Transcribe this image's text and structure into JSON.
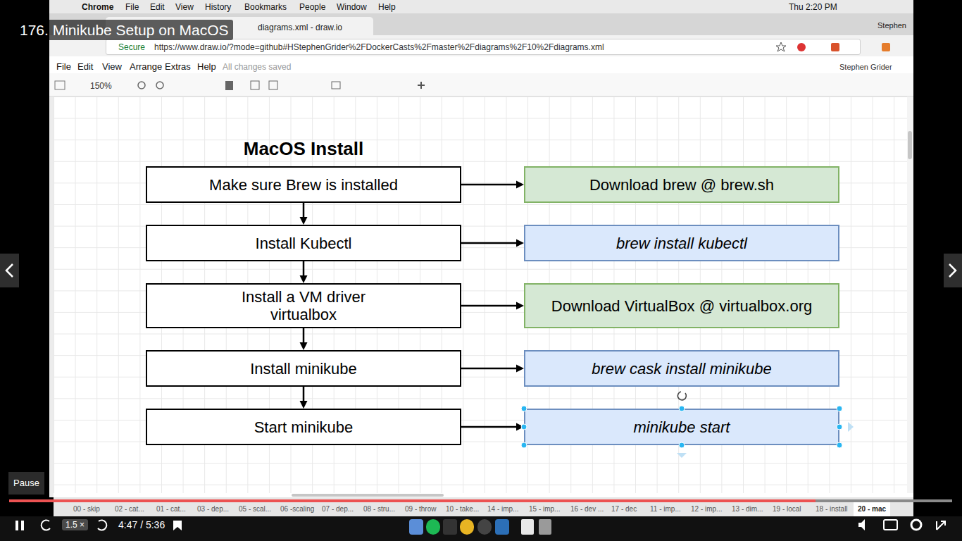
{
  "diagram": {
    "title": "MacOS Install",
    "nodes": [
      {
        "text": [
          "Make sure Brew is installed"
        ]
      },
      {
        "text": [
          "Download brew @ brew.sh"
        ]
      },
      {
        "text": [
          "Install Kubectl"
        ]
      },
      {
        "text": [
          "brew install kubectl"
        ]
      },
      {
        "text": [
          "Install a VM driver virtualbox"
        ]
      },
      {
        "text": [
          "Download VirtualBox @ virtualbox.org"
        ]
      },
      {
        "text": [
          "Install minikube"
        ]
      },
      {
        "text": [
          "brew cask install minikube"
        ]
      },
      {
        "text": [
          "Start minikube"
        ]
      },
      {
        "text": [
          "minikube start"
        ]
      }
    ],
    "edges": [
      {
        "from": 0,
        "to": 1,
        "arrow": "to"
      },
      {
        "from": 0,
        "to": 2,
        "arrow": "to"
      },
      {
        "from": 2,
        "to": 3,
        "arrow": "to"
      },
      {
        "from": 2,
        "to": 4,
        "arrow": "to"
      },
      {
        "from": 4,
        "to": 5,
        "arrow": "to"
      },
      {
        "from": 4,
        "to": 6,
        "arrow": "to"
      },
      {
        "from": 6,
        "to": 7,
        "arrow": "to"
      },
      {
        "from": 6,
        "to": 8,
        "arrow": "to"
      },
      {
        "from": 8,
        "to": 9,
        "arrow": "to"
      }
    ],
    "labels": [
      "176. Minikube Setup on MacOS",
      "Chrome",
      "File",
      "Edit",
      "View",
      "History",
      "Bookmarks",
      "People",
      "Window",
      "Help",
      "Thu 2:20 PM",
      "Stephen",
      "diagrams.xml - draw.io",
      "Secure",
      "https://www.draw.io/?mode=github#HStephenGrider%2FDockerCasts%2Fmaster%2Fdiagrams%2F10%2Fdiagrams.xml",
      "File",
      "Edit",
      "View",
      "Arrange",
      "Extras",
      "Help",
      "All changes saved",
      "Stephen Grider",
      "150%",
      "00 - skip",
      "02 - cat...",
      "01 - cat...",
      "03 - dep...",
      "05 - scal...",
      "06 -scaling",
      "07 - dep...",
      "08 - stru...",
      "09 - throw",
      "10 - take...",
      "14 - imp...",
      "15 - imp...",
      "16 - dev ...",
      "17 - dec",
      "11 - imp...",
      "12 - imp...",
      "13 - dim...",
      "19 - local",
      "18 - install",
      "20 - mac",
      "Pause",
      "1.5 ×",
      "4:47 / 5:36"
    ]
  }
}
